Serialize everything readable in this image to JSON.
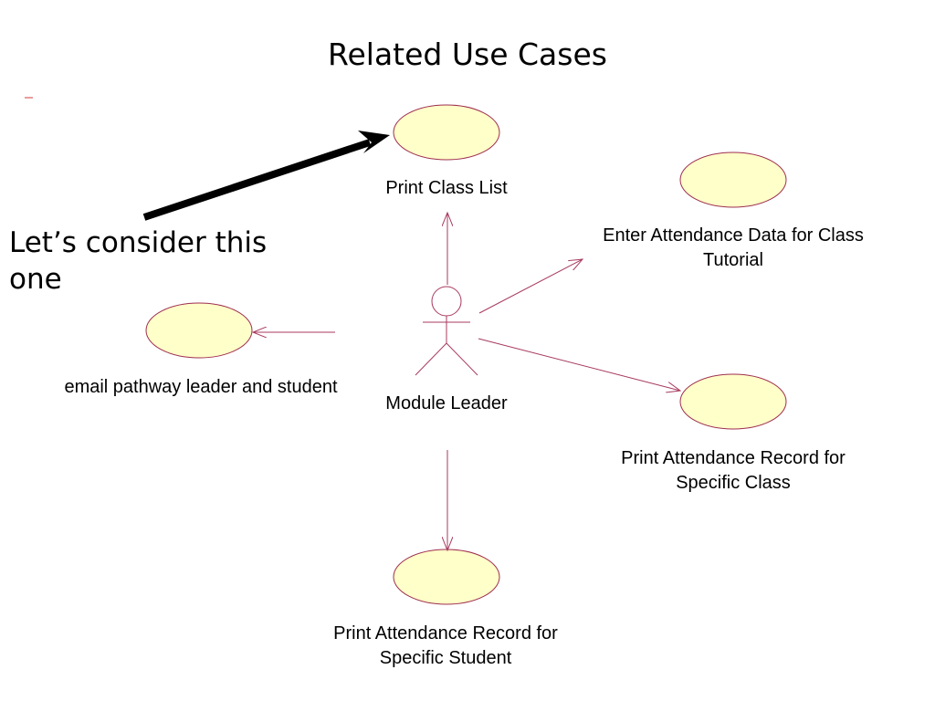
{
  "title": "Related Use Cases",
  "callout": "Let’s consider this one",
  "actor": {
    "name": "Module Leader"
  },
  "use_cases": {
    "print_class_list": "Print Class List",
    "enter_attendance": "Enter Attendance Data for Class Tutorial",
    "email_pathway": "email pathway leader and student",
    "print_record_class": "Print Attendance Record for Specific Class",
    "print_record_student": "Print Attendance Record for Specific Student"
  },
  "colors": {
    "ellipse_fill": "#ffffc9",
    "ellipse_stroke": "#9e2d4f",
    "connector": "#a83a5e",
    "callout_arrow": "#000000"
  }
}
